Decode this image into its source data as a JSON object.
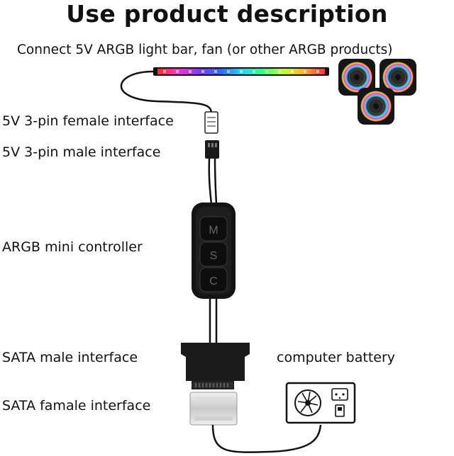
{
  "title": "Use product description",
  "subtitle": "Connect 5V ARGB light bar, fan (or other ARGB products)",
  "labels": {
    "female_3pin": "5V 3-pin female interface",
    "male_3pin": "5V 3-pin male interface",
    "controller": "ARGB mini controller",
    "sata_male": "SATA male interface",
    "sata_female": "SATA famale interface",
    "battery": "computer battery"
  },
  "controller_buttons": [
    "M",
    "S",
    "C"
  ],
  "fan_count": 3
}
